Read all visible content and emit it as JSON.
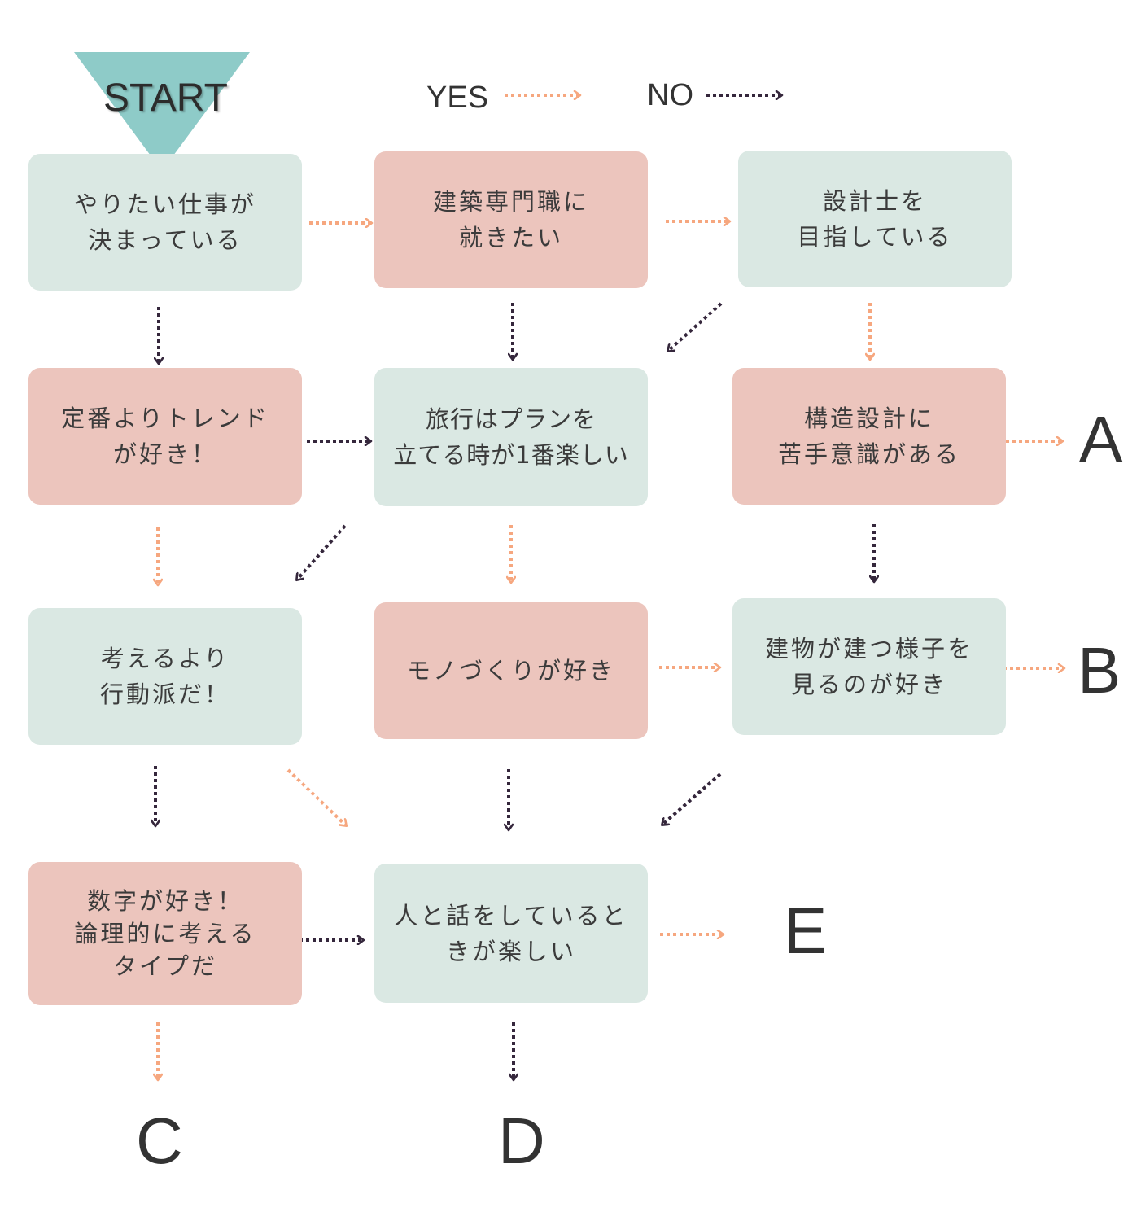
{
  "colors": {
    "start_triangle": "#8ecbc8",
    "node_green": "#dae8e3",
    "node_pink": "#ecc5bd",
    "yes_arrow": "#f6a77f",
    "no_arrow": "#35273c"
  },
  "start": {
    "label": "START"
  },
  "legend": {
    "yes_label": "YES",
    "no_label": "NO"
  },
  "nodes": {
    "q1": "やりたい仕事が\n決まっている",
    "q2": "建築専門職に\n就きたい",
    "q3": "設計士を\n目指している",
    "q4": "定番よりトレンド\nが好き！",
    "q5": "旅行はプランを\n立てる時が1番楽しい",
    "q6": "構造設計に\n苦手意識がある",
    "q7": "考えるより\n行動派だ！",
    "q8": "モノづくりが好き",
    "q9": "建物が建つ様子を\n見るのが好き",
    "q10": "数字が好き！\n論理的に考える\nタイプだ",
    "q11": "人と話をしていると\nきが楽しい"
  },
  "results": {
    "a": "A",
    "b": "B",
    "c": "C",
    "d": "D",
    "e": "E"
  }
}
